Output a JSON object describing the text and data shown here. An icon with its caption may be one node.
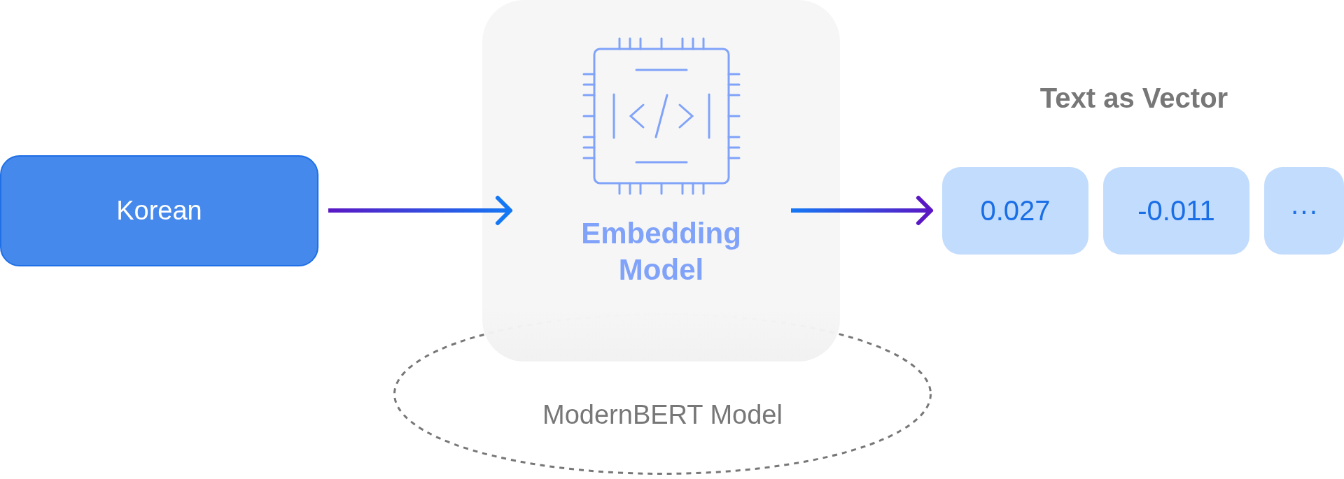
{
  "diagram": {
    "nodes": [
      {
        "text": [
          "Korean"
        ]
      },
      {
        "text": [
          "Embedding Model"
        ]
      },
      {
        "text": [
          "ModernBERT Model"
        ]
      },
      {
        "text": [
          "0.027"
        ]
      },
      {
        "text": [
          "-0.011"
        ]
      },
      {
        "text": [
          "···"
        ]
      }
    ],
    "edges": [
      {
        "from": 0,
        "to": 1,
        "arrow": "to"
      },
      {
        "from": 1,
        "to": 3,
        "arrow": "to"
      }
    ],
    "labels": [
      "Text as Vector"
    ]
  }
}
